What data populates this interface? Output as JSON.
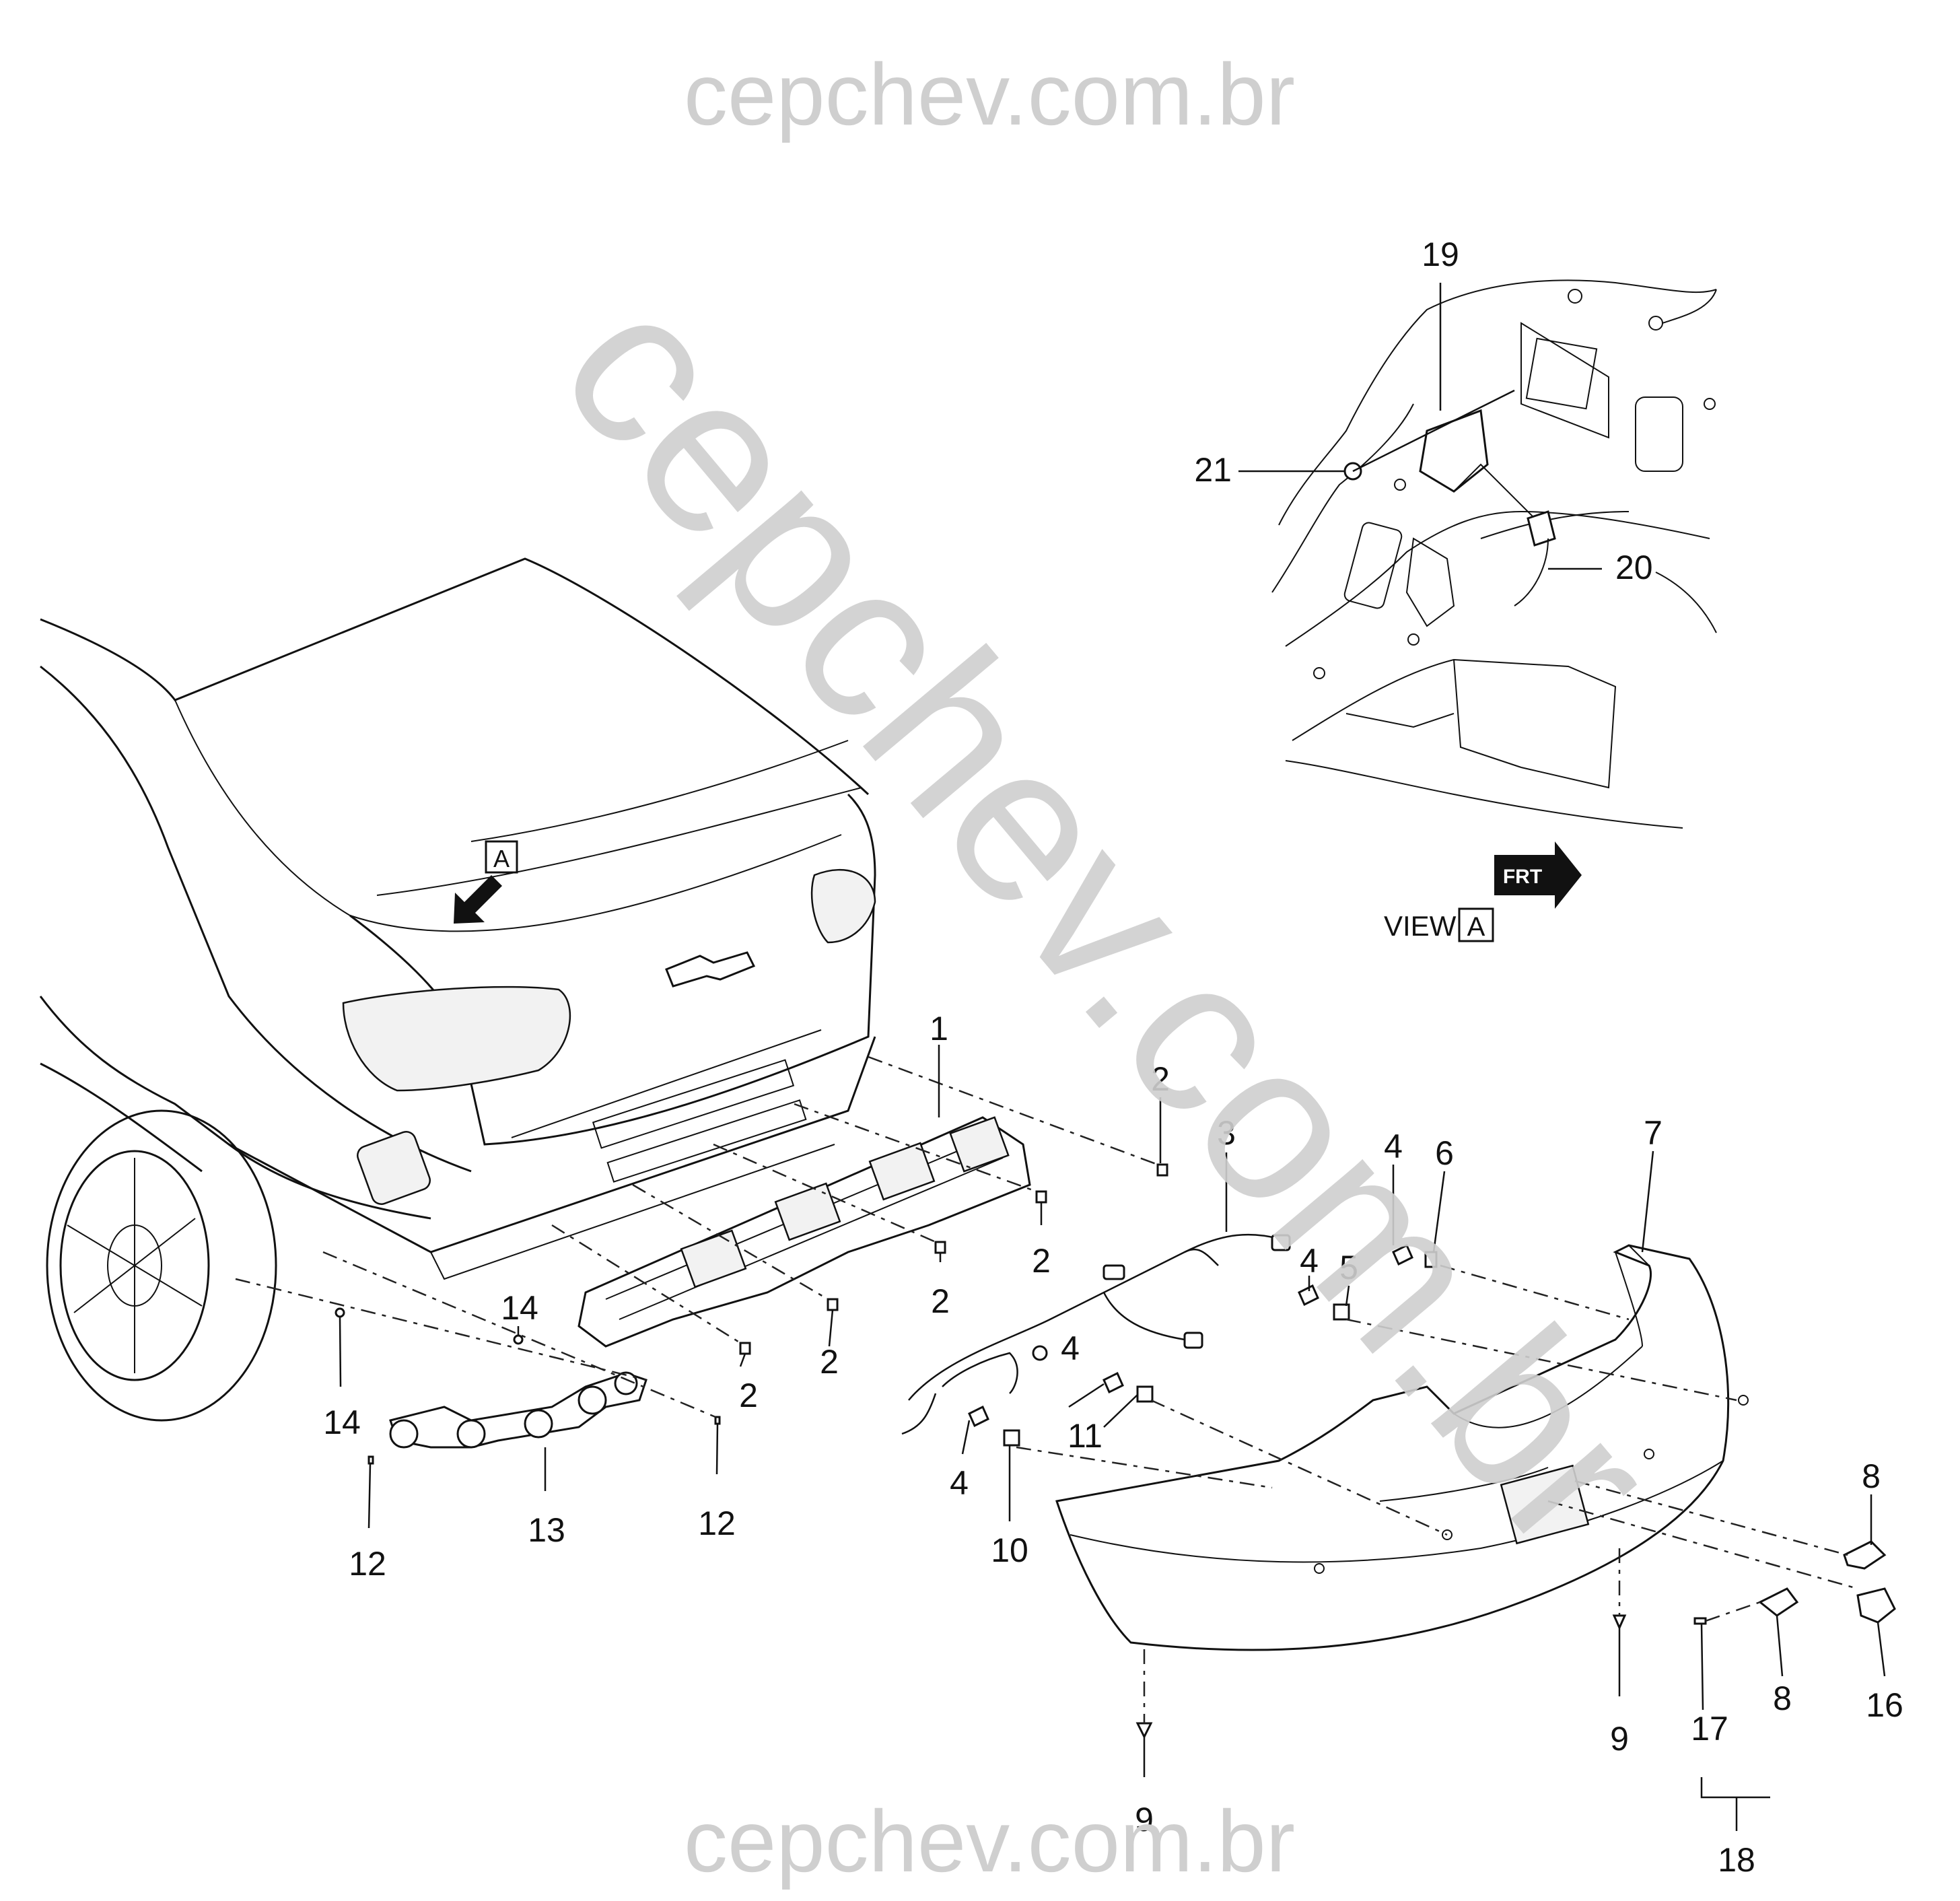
{
  "watermark": {
    "top": "cepchev.com.br",
    "bottom": "cepchev.com.br",
    "diagonal": "cepchev.com.br"
  },
  "view": {
    "caption_word": "VIEW",
    "caption_letter": "A",
    "car_marker": "A",
    "fwd_label": "FRT"
  },
  "callouts": {
    "c1": "1",
    "c2a": "2",
    "c2b": "2",
    "c2c": "2",
    "c2d": "2",
    "c2e": "2",
    "c3": "3",
    "c4a": "4",
    "c4b": "4",
    "c4c": "4",
    "c4d": "4",
    "c5": "5",
    "c6": "6",
    "c7": "7",
    "c8a": "8",
    "c8b": "8",
    "c9a": "9",
    "c9b": "9",
    "c10": "10",
    "c11": "11",
    "c12a": "12",
    "c12b": "12",
    "c13": "13",
    "c14a": "14",
    "c14b": "14",
    "c16": "16",
    "c17": "17",
    "c18": "18",
    "c19": "19",
    "c20": "20",
    "c21": "21"
  }
}
